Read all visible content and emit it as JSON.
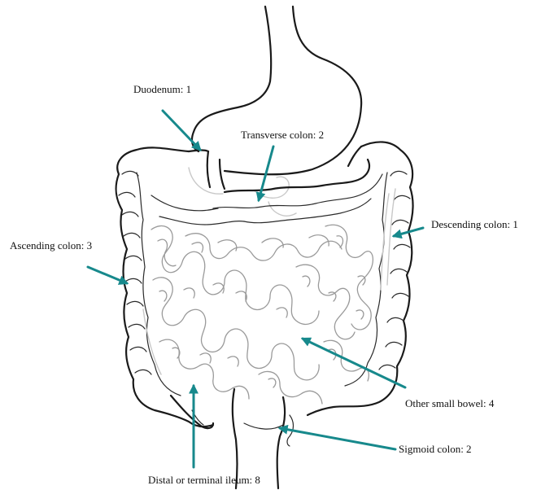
{
  "labels": {
    "duodenum": "Duodenum: 1",
    "transverse_colon": "Transverse colon: 2",
    "descending_colon": "Descending colon: 1",
    "ascending_colon": "Ascending colon: 3",
    "other_small_bowel": "Other small bowel: 4",
    "sigmoid_colon": "Sigmoid colon: 2",
    "distal_ileum": "Distal or terminal ileum: 8"
  },
  "colors": {
    "arrow": "#17898c",
    "outline": "#1a1a1a",
    "small_bowel": "#9a9a9a"
  }
}
